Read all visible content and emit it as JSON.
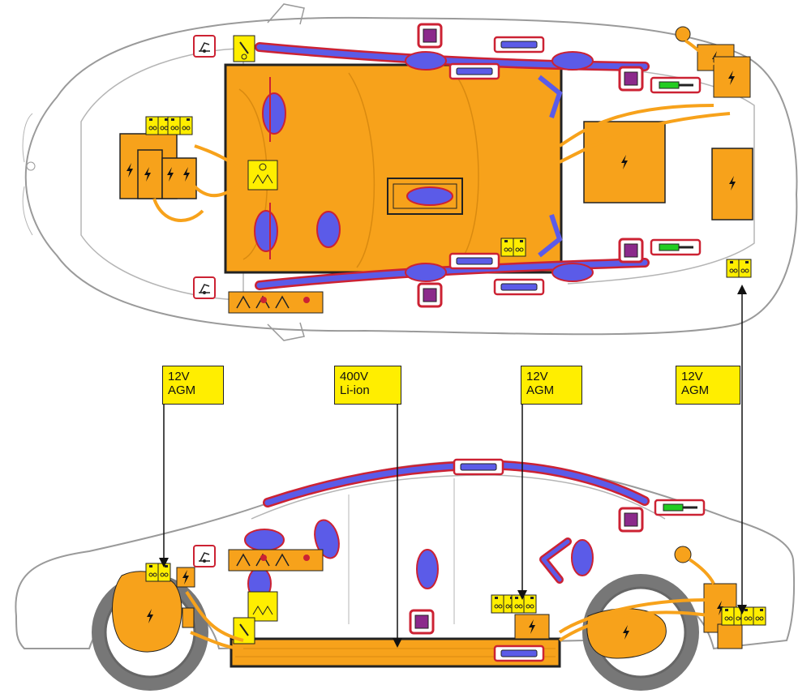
{
  "callouts": [
    {
      "line1": "12V",
      "line2": "AGM"
    },
    {
      "line1": "400V",
      "line2": "Li-ion"
    },
    {
      "line1": "12V",
      "line2": "AGM"
    },
    {
      "line1": "12V",
      "line2": "AGM"
    }
  ],
  "colors": {
    "high_voltage": "#f7a21b",
    "airbag": "#5b5be8",
    "airbag_outline": "#cc2233",
    "low_voltage_battery": "#ffee00",
    "gas_strut": "#22cc22",
    "sensor": "#8b2a8b",
    "body_outline": "#9a9a9a"
  },
  "icons": [
    "high-voltage-bolt-icon",
    "airbag-icon",
    "seatbelt-pretensioner-icon",
    "gas-strut-icon",
    "battery-icon",
    "hood-lift-icon",
    "fuse-icon"
  ]
}
